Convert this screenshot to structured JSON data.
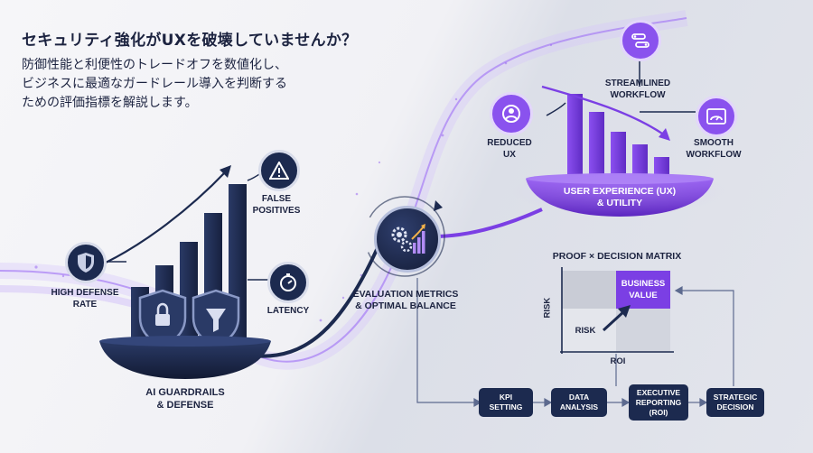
{
  "header": {
    "title": "セキュリティ強化がUXを破壊していませんか？",
    "subtitle_lines": [
      "防御性能と利便性のトレードオフを数値化し、",
      "ビジネスに最適なガードレール導入を判断する",
      "ための評価指標を解説します。"
    ]
  },
  "defense": {
    "high_defense_rate": "HIGH DEFENSE\nRATE",
    "false_positives": "FALSE\nPOSITIVES",
    "latency": "LATENCY",
    "base_label": "AI GUARDRAILS\n& DEFENSE"
  },
  "center": {
    "label": "EVALUATION METRICS\n& OPTIMAL BALANCE"
  },
  "ux": {
    "reduced_ux": "REDUCED\nUX",
    "streamlined": "STREAMLINED\nWORKFLOW",
    "smooth": "SMOOTH\nWORKFLOW",
    "base_label": "USER EXPERIENCE (UX)\n& UTILITY"
  },
  "matrix": {
    "title": "PROOF × DECISION MATRIX",
    "y_axis": "RISK",
    "x_axis": "ROI",
    "risk_cell": "RISK",
    "value_cell": "BUSINESS\nVALUE"
  },
  "flow": {
    "steps": [
      "KPI\nSETTING",
      "DATA\nANALYSIS",
      "EXECUTIVE\nREPORTING\n(ROI)",
      "STRATEGIC\nDECISION"
    ]
  },
  "colors": {
    "navy": "#1c2a4f",
    "purple": "#7b3fe4",
    "light_purple": "#b79bf0"
  }
}
